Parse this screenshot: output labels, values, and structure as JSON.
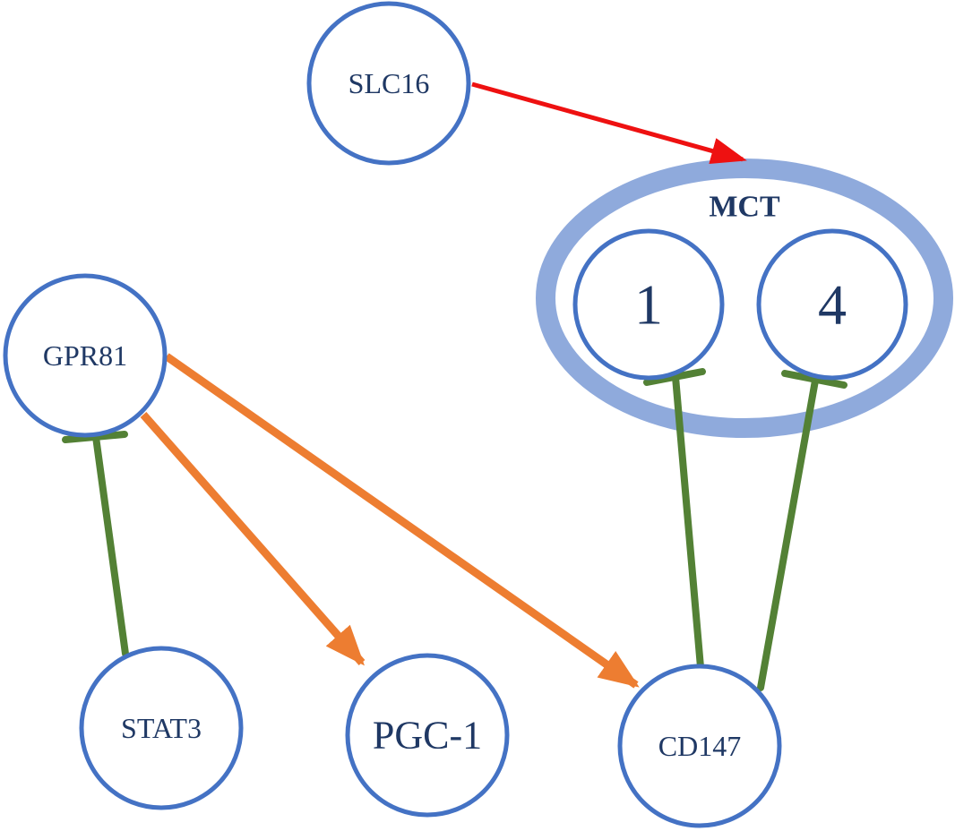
{
  "nodes": {
    "slc16": "SLC16",
    "mct_group": "MCT",
    "mct1": "1",
    "mct4": "4",
    "gpr81": "GPR81",
    "stat3": "STAT3",
    "pgc1": "PGC-1",
    "cd147": "CD147"
  },
  "edges": [
    {
      "from": "SLC16",
      "to": "MCT",
      "type": "activation",
      "color": "#ee1111"
    },
    {
      "from": "GPR81",
      "to": "PGC-1",
      "type": "activation",
      "color": "#ed7d31"
    },
    {
      "from": "GPR81",
      "to": "CD147",
      "type": "activation",
      "color": "#ed7d31"
    },
    {
      "from": "STAT3",
      "to": "GPR81",
      "type": "inhibition",
      "color": "#538135"
    },
    {
      "from": "CD147",
      "to": "1",
      "type": "inhibition",
      "color": "#538135"
    },
    {
      "from": "CD147",
      "to": "4",
      "type": "inhibition",
      "color": "#538135"
    }
  ],
  "colors": {
    "node_stroke": "#4472c4",
    "group_stroke": "#8faadc",
    "label": "#1f3864",
    "activation_red": "#ee1111",
    "activation_orange": "#ed7d31",
    "inhibition": "#538135"
  }
}
